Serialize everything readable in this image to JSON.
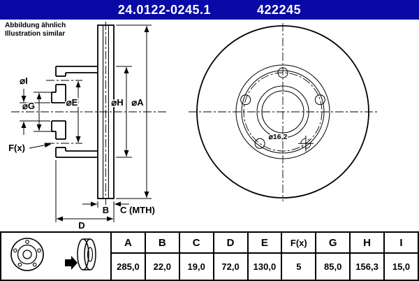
{
  "header": {
    "part_number": "24.0122-0245.1",
    "ref_number": "422245",
    "bg_style": "background:#0909a5"
  },
  "note": {
    "line1": "Abbildung ähnlich",
    "line2": "Illustration similar"
  },
  "drawing": {
    "labels": {
      "dia_i": "⌀I",
      "dia_g": "⌀G",
      "dia_e": "⌀E",
      "dia_h": "⌀H",
      "dia_a": "⌀A",
      "f_count": "F(x)",
      "b": "B",
      "c_mth": "C (MTH)",
      "d": "D",
      "bolt_hole": "⌀16,2"
    }
  },
  "table": {
    "columns": [
      "A",
      "B",
      "C",
      "D",
      "E",
      "F(x)",
      "G",
      "H",
      "I"
    ],
    "values": [
      "285,0",
      "22,0",
      "19,0",
      "72,0",
      "130,0",
      "5",
      "85,0",
      "156,3",
      "15,0"
    ]
  }
}
